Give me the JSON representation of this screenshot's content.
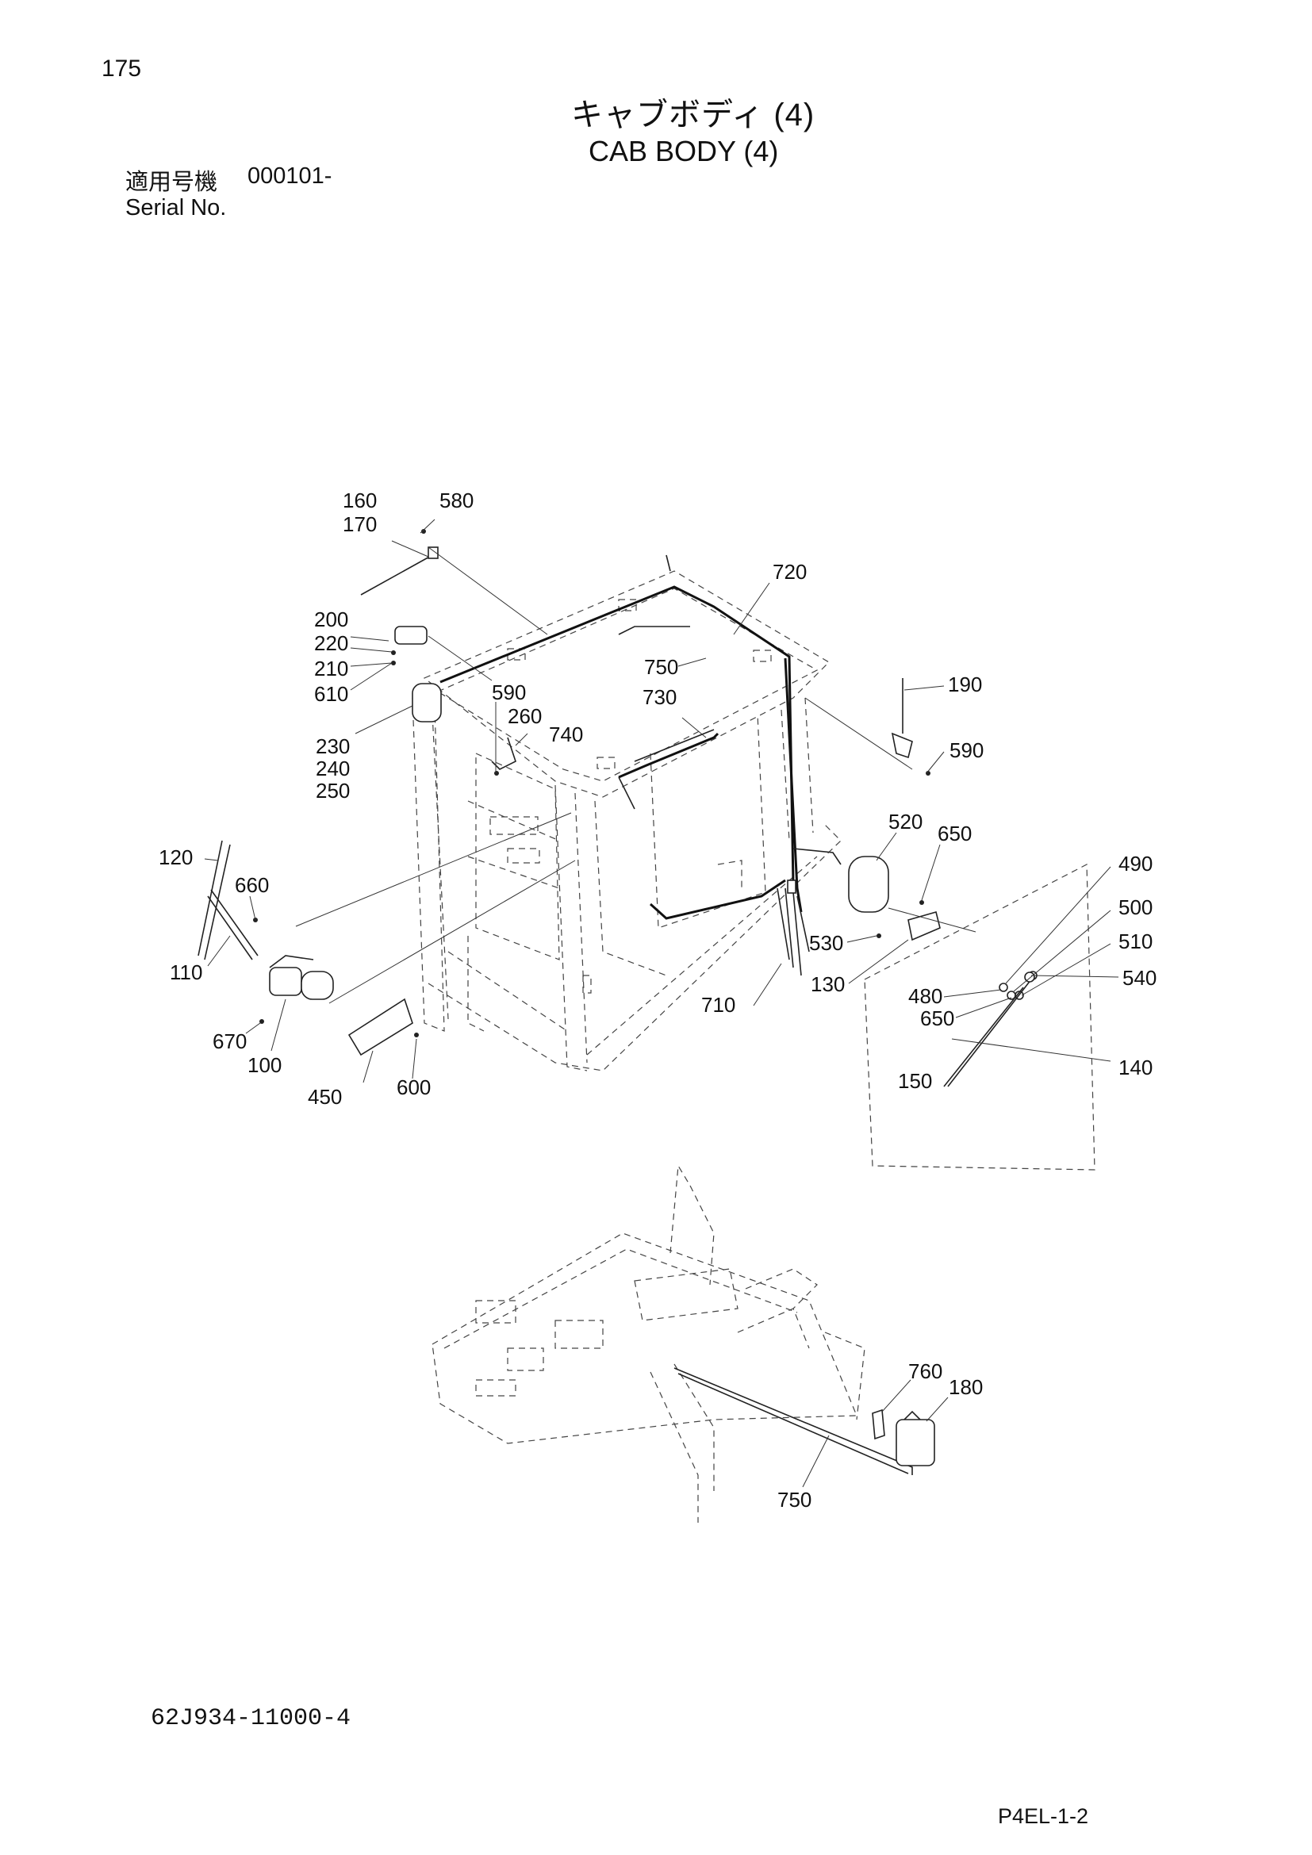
{
  "page": {
    "number": "175",
    "title_jp": "キャブボディ (4)",
    "title_en": "CAB BODY (4)",
    "serial_label_jp": "適用号機",
    "serial_value": "000101-",
    "serial_label_en": "Serial No.",
    "drawing_number": "62J934-11000-4",
    "page_code": "P4EL-1-2"
  },
  "callouts": {
    "c160": "160",
    "c170": "170",
    "c580": "580",
    "c720": "720",
    "c200": "200",
    "c220": "220",
    "c210": "210",
    "c610": "610",
    "c750a": "750",
    "c730": "730",
    "c590a": "590",
    "c260": "260",
    "c740": "740",
    "c190": "190",
    "c590b": "590",
    "c230": "230",
    "c240": "240",
    "c250": "250",
    "c520": "520",
    "c650a": "650",
    "c490": "490",
    "c500": "500",
    "c510": "510",
    "c120": "120",
    "c660": "660",
    "c110": "110",
    "c530": "530",
    "c130": "130",
    "c710": "710",
    "c480": "480",
    "c650b": "650",
    "c540": "540",
    "c670": "670",
    "c100": "100",
    "c140": "140",
    "c150": "150",
    "c450": "450",
    "c600": "600",
    "c760": "760",
    "c180": "180",
    "c750b": "750"
  }
}
